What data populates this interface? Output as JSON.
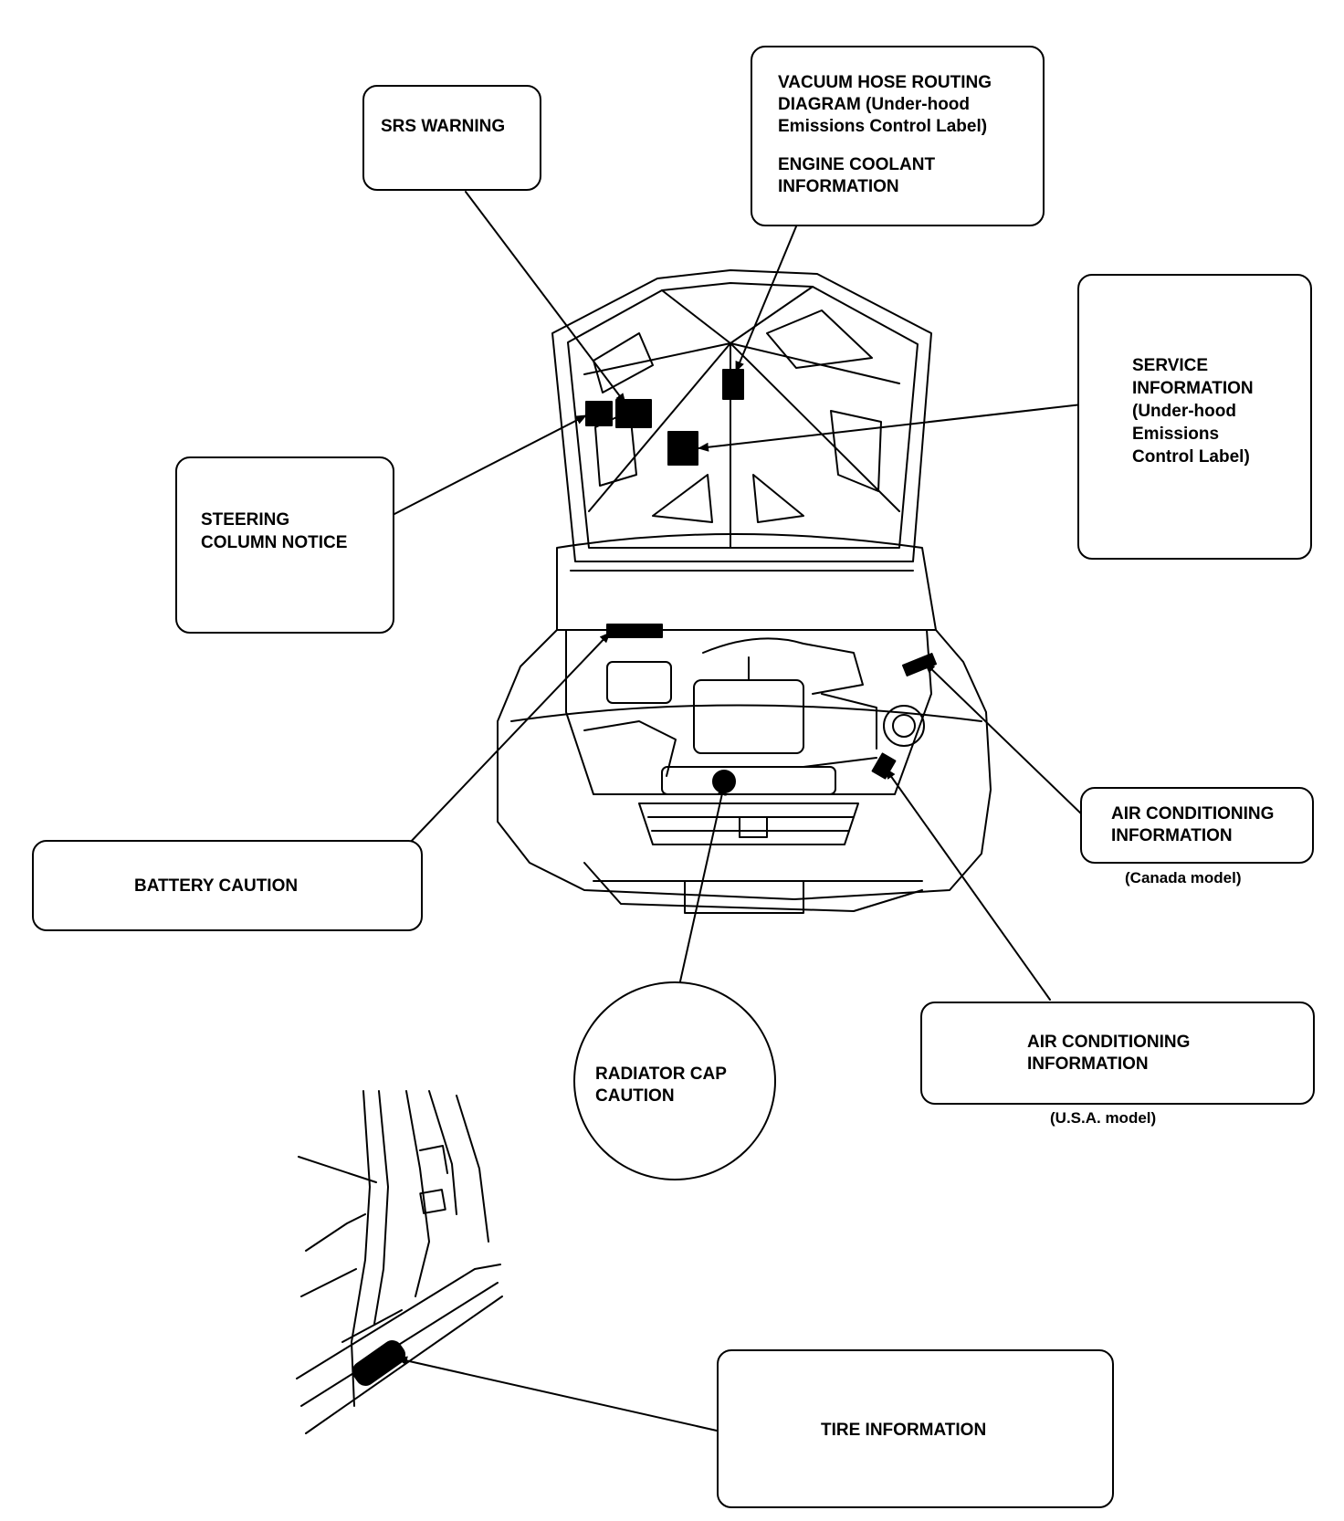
{
  "labels": {
    "srs_warning": "SRS WARNING",
    "vacuum_hose": [
      "VACUUM HOSE ROUTING",
      "DIAGRAM (Under-hood",
      "Emissions Control Label)"
    ],
    "engine_coolant": [
      "ENGINE COOLANT",
      "INFORMATION"
    ],
    "service_info": [
      "SERVICE",
      "INFORMATION",
      "(Under-hood",
      "Emissions",
      "Control Label)"
    ],
    "steering_column": [
      "STEERING",
      "COLUMN NOTICE"
    ],
    "battery_caution": "BATTERY CAUTION",
    "ac_info_canada": [
      "AIR CONDITIONING",
      "INFORMATION"
    ],
    "canada_note": "(Canada model)",
    "radiator_cap": [
      "RADIATOR CAP",
      "CAUTION"
    ],
    "ac_info_usa": [
      "AIR CONDITIONING",
      "INFORMATION"
    ],
    "usa_note": "(U.S.A. model)",
    "tire_info": "TIRE INFORMATION"
  },
  "colors": {
    "ink": "#000000",
    "paper": "#ffffff"
  }
}
